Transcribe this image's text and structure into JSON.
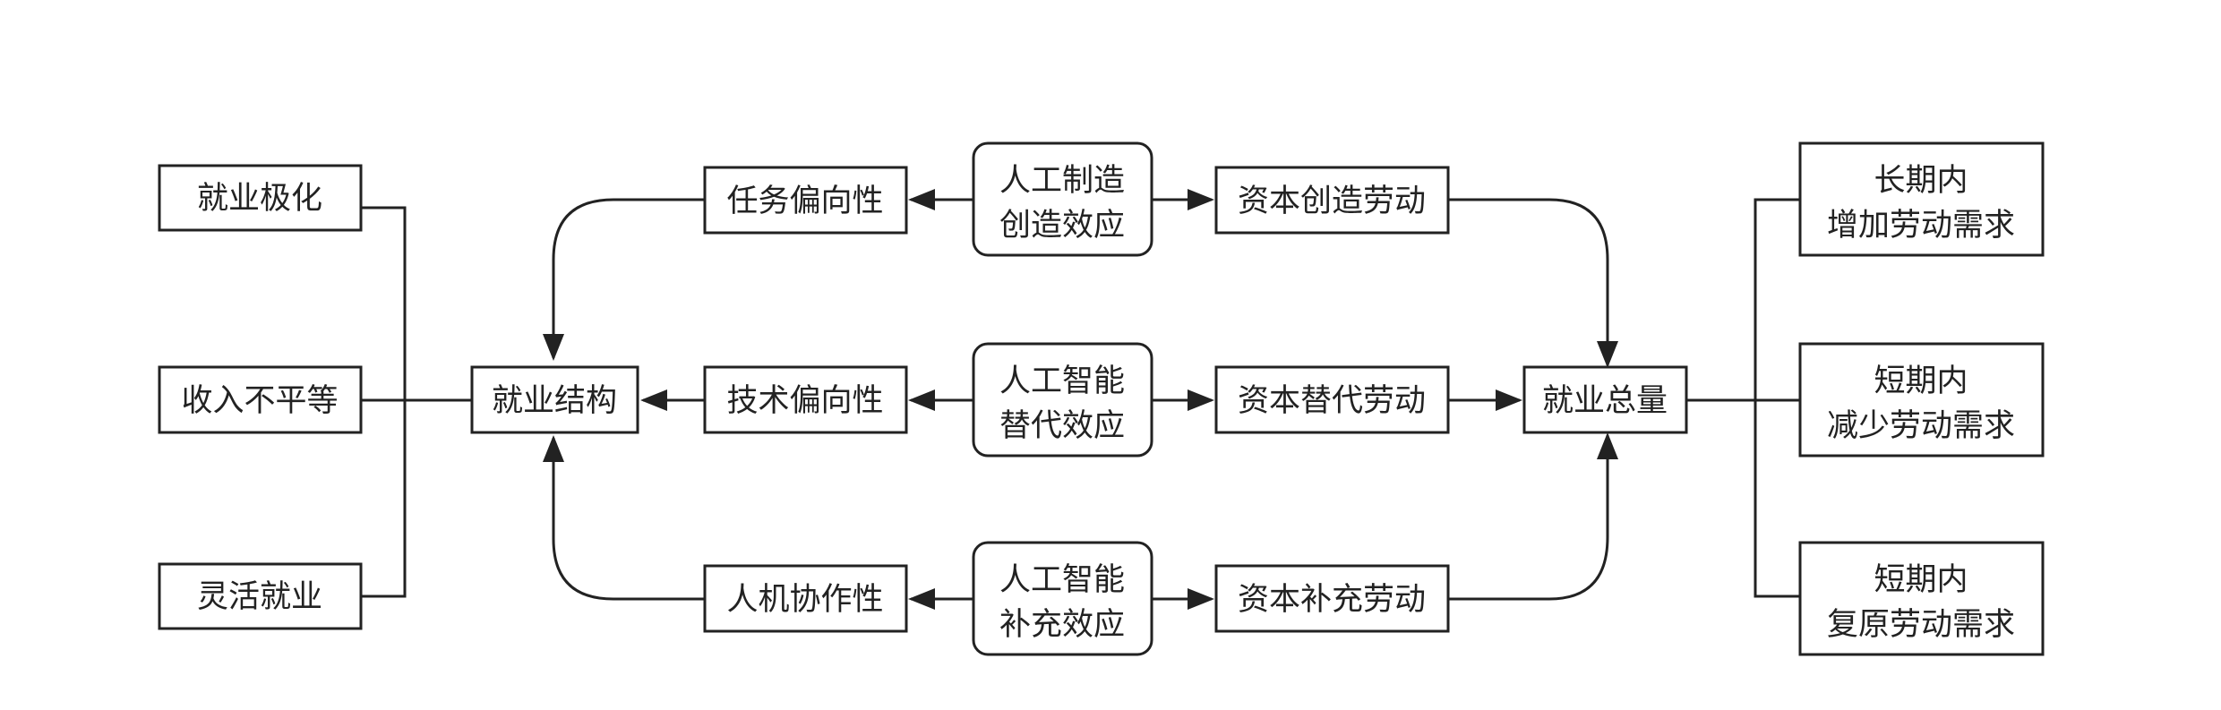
{
  "diagram": {
    "left_factors": {
      "polarization": "就业极化",
      "income_inequality": "收入不平等",
      "flexible_employment": "灵活就业"
    },
    "employment_structure": "就业结构",
    "employment_total": "就业总量",
    "mechanisms": {
      "task_bias": "任务偏向性",
      "tech_bias": "技术偏向性",
      "human_machine": "人机协作性"
    },
    "effects": {
      "creation": {
        "line1": "人工制造",
        "line2": "创造效应"
      },
      "substitution": {
        "line1": "人工智能",
        "line2": "替代效应"
      },
      "complement": {
        "line1": "人工智能",
        "line2": "补充效应"
      }
    },
    "capital": {
      "create": "资本创造劳动",
      "substitute": "资本替代劳动",
      "complement": "资本补充劳动"
    },
    "outcomes": {
      "long_increase": {
        "line1": "长期内",
        "line2": "增加劳动需求"
      },
      "short_decrease": {
        "line1": "短期内",
        "line2": "减少劳动需求"
      },
      "short_restore": {
        "line1": "短期内",
        "line2": "复原劳动需求"
      }
    }
  }
}
